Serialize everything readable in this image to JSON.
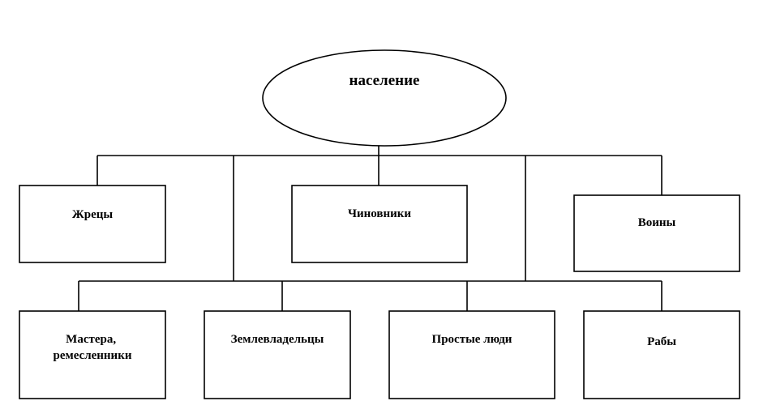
{
  "diagram": {
    "root": {
      "label": "население"
    },
    "upper": [
      {
        "id": "priests",
        "label": "Жрецы"
      },
      {
        "id": "officials",
        "label": "Чиновники"
      },
      {
        "id": "warriors",
        "label": "Воины"
      }
    ],
    "lower": [
      {
        "id": "craftsmen",
        "lines": [
          "Мастера,",
          "ремесленники"
        ]
      },
      {
        "id": "landowners",
        "lines": [
          "Землевладельцы"
        ]
      },
      {
        "id": "commoners",
        "lines": [
          "Простые люди"
        ]
      },
      {
        "id": "slaves",
        "lines": [
          "Рабы"
        ]
      }
    ],
    "colors": {
      "stroke": "#000000",
      "fill": "#ffffff",
      "text": "#000000"
    }
  }
}
